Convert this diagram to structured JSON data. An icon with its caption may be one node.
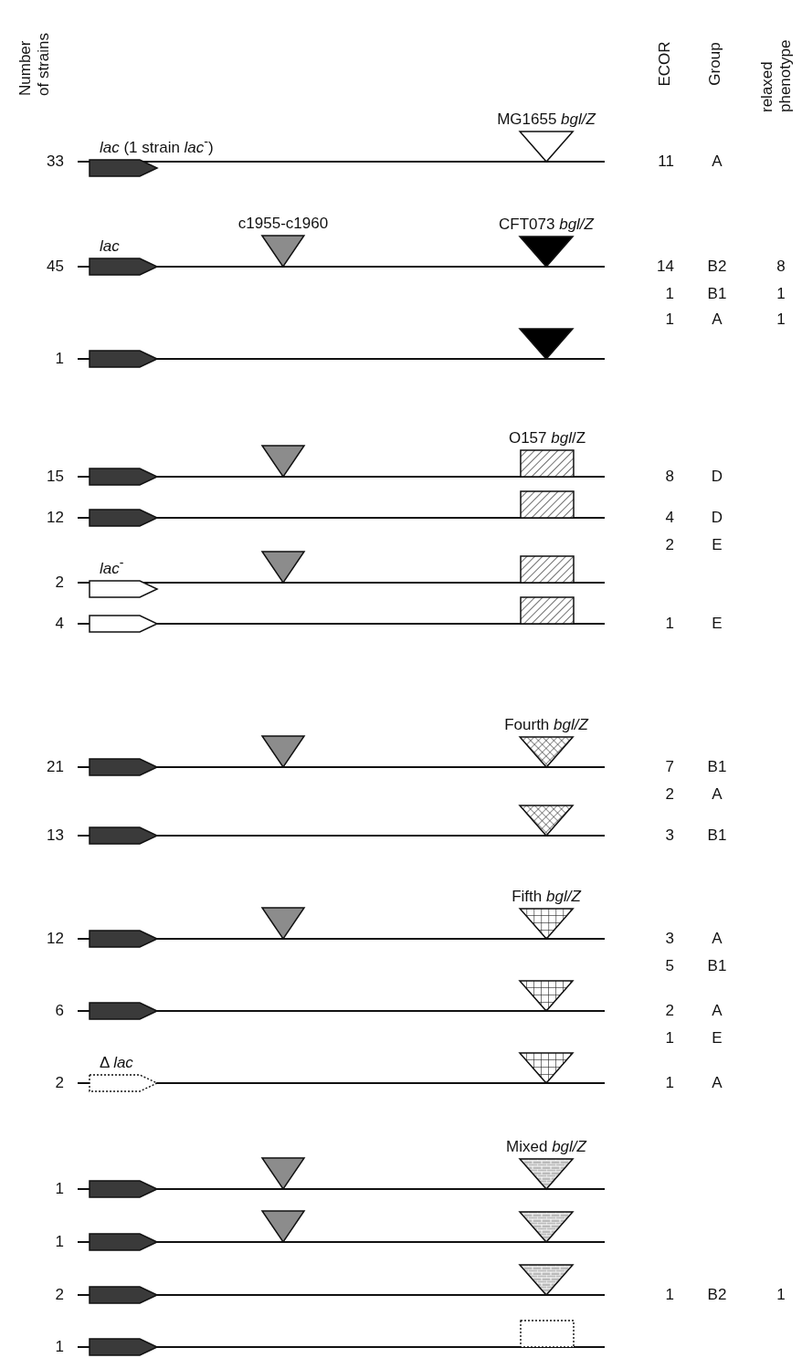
{
  "diagram": {
    "nodes": [
      {
        "text": [
          "*lac* (1 strain *lac*$^{-}$)"
        ]
      },
      {
        "text": [
          "MG1655 *bgl/Z*"
        ]
      },
      {
        "text": [
          "*lac*"
        ]
      },
      {
        "text": [
          "c1955-c1960"
        ]
      },
      {
        "text": [
          "CFT073 *bgl/Z*"
        ]
      },
      {
        "text": [],
        "shape": "pentagon"
      },
      {
        "text": [],
        "shape": "triangle"
      },
      {
        "text": [],
        "shape": "pentagon"
      },
      {
        "text": [],
        "shape": "triangle"
      },
      {
        "text": [
          "O157 *bgl*/Z"
        ]
      },
      {
        "text": [],
        "shape": "pentagon"
      },
      {
        "text": [],
        "shape": "box"
      },
      {
        "text": [
          "*lac*$^{-}$"
        ]
      },
      {
        "text": [],
        "shape": "triangle"
      },
      {
        "text": [],
        "shape": "box"
      },
      {
        "text": [],
        "shape": "pentagon"
      },
      {
        "text": [],
        "shape": "box"
      },
      {
        "text": [],
        "shape": "pentagon"
      },
      {
        "text": [],
        "shape": "triangle"
      },
      {
        "text": [
          "Fourth *bgl/Z*"
        ]
      },
      {
        "text": [],
        "shape": "pentagon"
      },
      {
        "text": [],
        "shape": "triangle"
      },
      {
        "text": [],
        "shape": "pentagon"
      },
      {
        "text": [],
        "shape": "triangle"
      },
      {
        "text": [
          "Fifth *bgl/Z*"
        ]
      },
      {
        "text": [],
        "shape": "pentagon"
      },
      {
        "text": [],
        "shape": "triangle"
      },
      {
        "text": [
          "Δ *lac*"
        ]
      },
      {
        "text": [],
        "shape": "triangle"
      },
      {
        "text": [],
        "shape": "pentagon"
      },
      {
        "text": [],
        "shape": "triangle"
      },
      {
        "text": [
          "Mixed *bgl/Z*"
        ]
      },
      {
        "text": [],
        "shape": "pentagon"
      },
      {
        "text": [],
        "shape": "triangle"
      },
      {
        "text": [],
        "shape": "triangle"
      },
      {
        "text": [],
        "shape": "pentagon"
      },
      {
        "text": [],
        "shape": "triangle"
      },
      {
        "text": [],
        "shape": "pentagon"
      },
      {
        "text": [],
        "shape": "box"
      }
    ],
    "labels": [
      "Number of strains",
      "ECOR",
      "Group",
      "relaxed phenotype",
      "33",
      "11",
      "A",
      "45",
      "14",
      "B2",
      "8",
      "1",
      "B1",
      "1",
      "1",
      "A",
      "1",
      "1",
      "15",
      "8",
      "D",
      "12",
      "4",
      "D",
      "2",
      "E",
      "2",
      "4",
      "1",
      "E",
      "21",
      "7",
      "B1",
      "2",
      "A",
      "13",
      "3",
      "B1",
      "12",
      "3",
      "A",
      "5",
      "B1",
      "6",
      "2",
      "A",
      "1",
      "E",
      "2",
      "1",
      "A",
      "1",
      "1",
      "2",
      "1",
      "B2",
      "1",
      "1"
    ]
  }
}
